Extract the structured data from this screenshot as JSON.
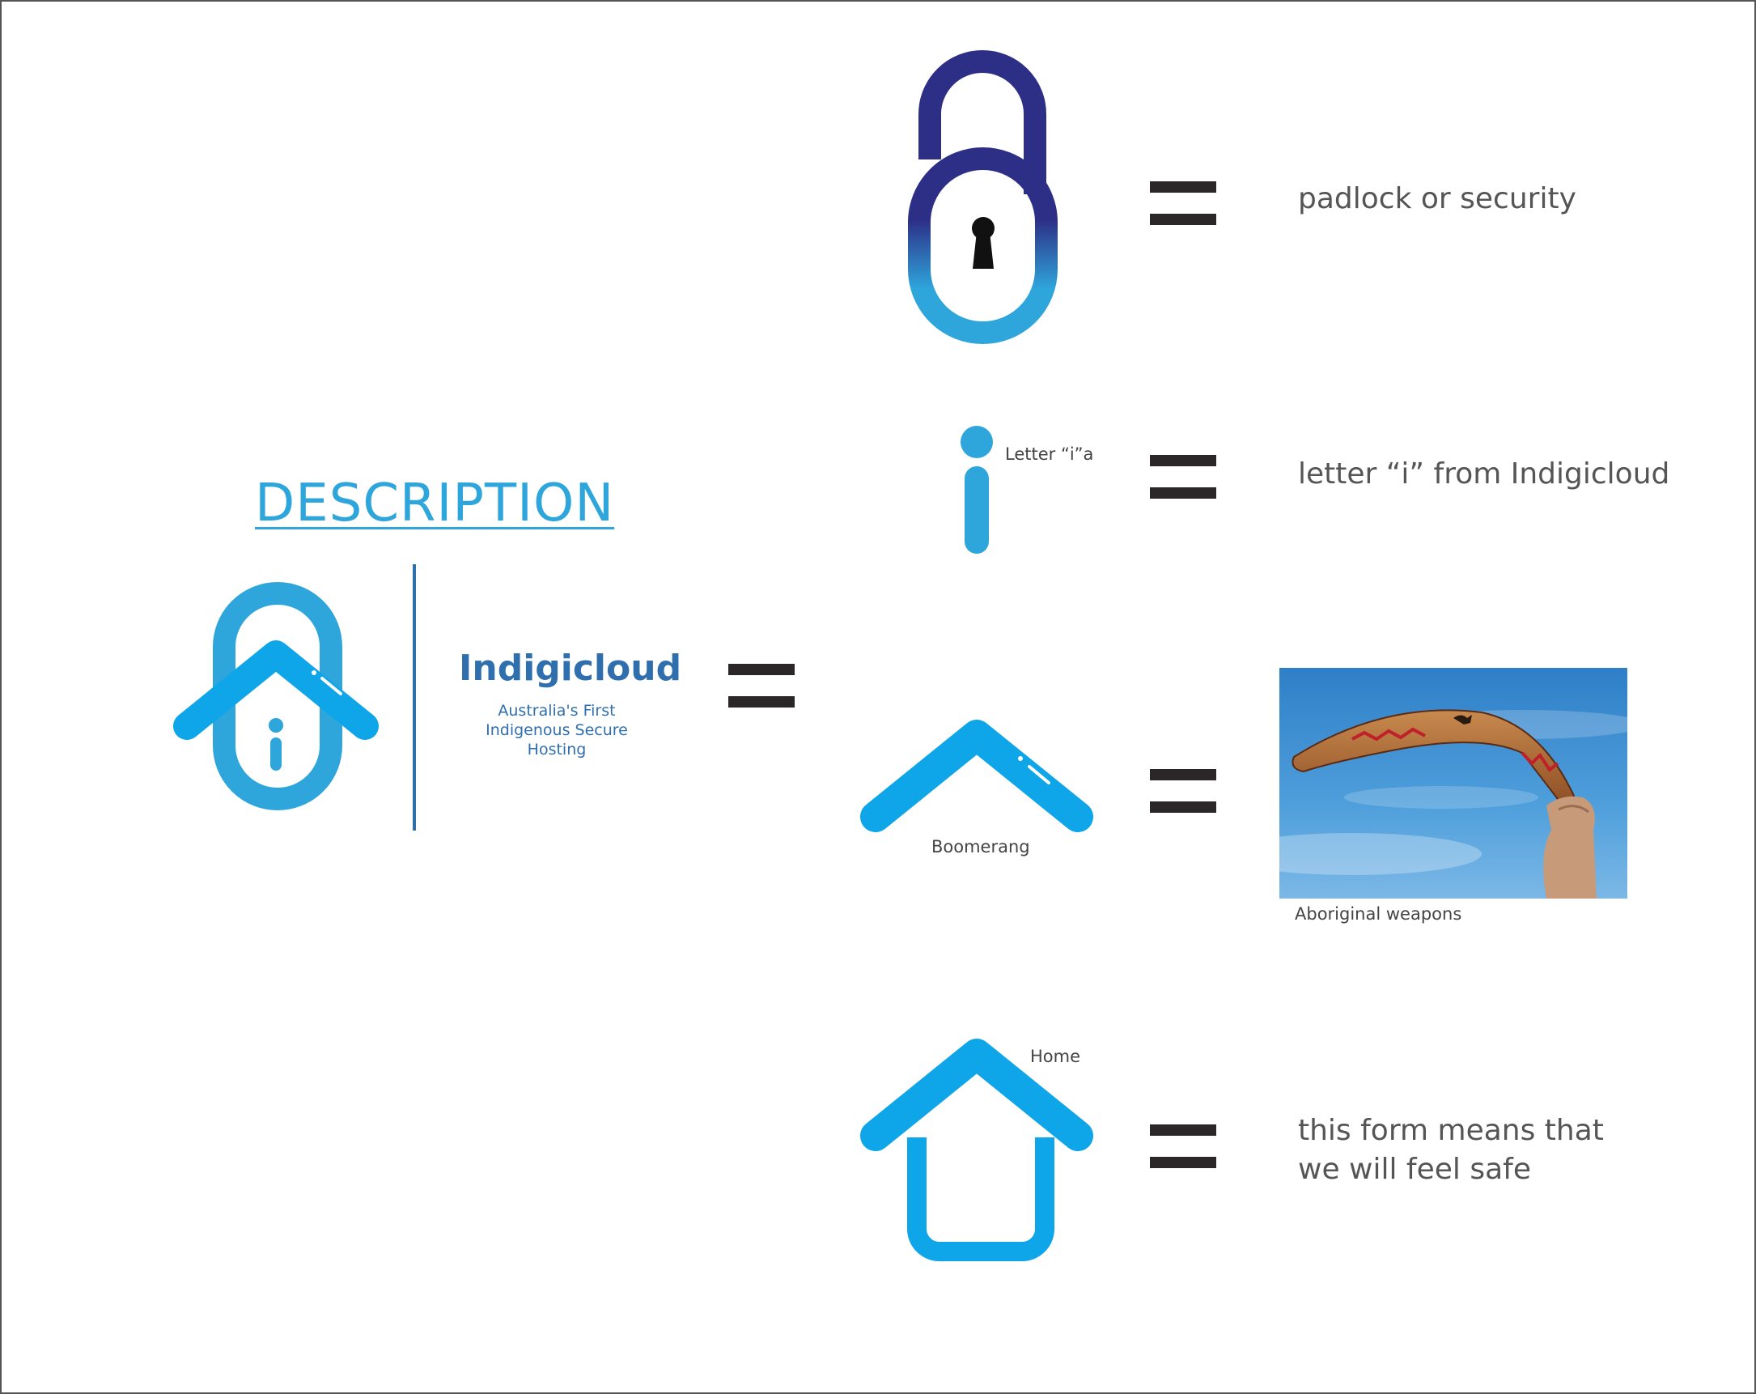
{
  "title": "DESCRIPTION",
  "logo": {
    "name": "Indigicloud",
    "tagline_line1": "Australia's First",
    "tagline_line2": "Indigenous Secure Hosting"
  },
  "rows": [
    {
      "icon": "padlock-icon",
      "label": "",
      "meaning": "padlock or security"
    },
    {
      "icon": "letter-i-icon",
      "label": "Letter “i”a",
      "meaning": "letter “i” from Indigicloud"
    },
    {
      "icon": "boomerang-icon",
      "label": "Boomerang",
      "meaning": "",
      "photo_caption": "Aboriginal weapons"
    },
    {
      "icon": "home-icon",
      "label": "Home",
      "meaning_line1": "this form means that",
      "meaning_line2": "we will feel safe"
    }
  ],
  "colors": {
    "brand_blue": "#2f6fae",
    "light_blue": "#2ea6dc",
    "navy": "#2d2f86",
    "equals": "#2b2728"
  }
}
